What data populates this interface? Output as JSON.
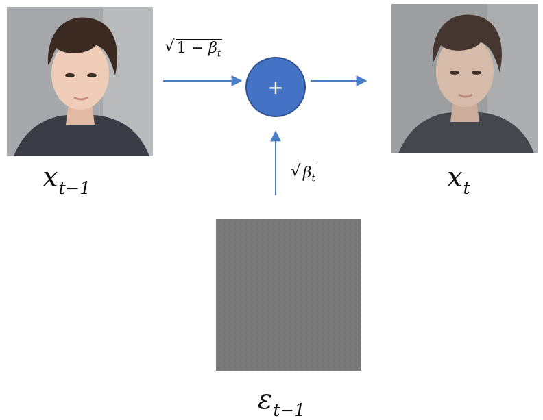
{
  "diagram": {
    "input_image_label": {
      "base": "x",
      "sub": "t−1"
    },
    "output_image_label": {
      "base": "x",
      "sub": "t"
    },
    "noise_label": {
      "base": "ε",
      "sub": "t−1"
    },
    "coef_signal": {
      "prefix": "1 − ",
      "greek": "β",
      "sub": "t"
    },
    "coef_noise": {
      "greek": "β",
      "sub": "t"
    },
    "operator_symbol": "+",
    "icons": {
      "input_image": "portrait-photo-icon",
      "output_image": "portrait-photo-icon",
      "noise_image": "gaussian-noise-icon"
    },
    "colors": {
      "arrow": "#4a7fc8",
      "node_fill": "#4472c4",
      "node_stroke": "#2f528f",
      "node_text": "#ffffff",
      "noise_base": "#787878",
      "photo_bg": "#a7a8ab"
    }
  }
}
